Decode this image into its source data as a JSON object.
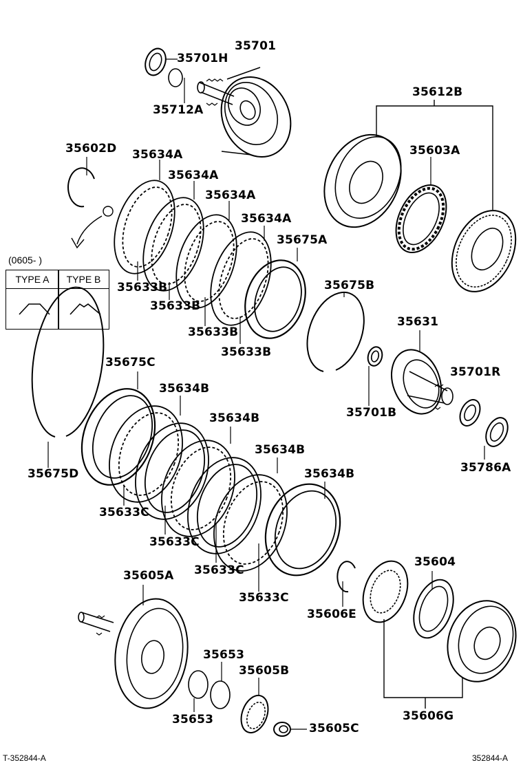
{
  "labels": {
    "p35701": "35701",
    "p35701H": "35701H",
    "p35712A": "35712A",
    "p35612B": "35612B",
    "p35603A": "35603A",
    "p35602D": "35602D",
    "p35634A_1": "35634A",
    "p35634A_2": "35634A",
    "p35634A_3": "35634A",
    "p35634A_4": "35634A",
    "p35675A": "35675A",
    "p35633B_1": "35633B",
    "p35633B_2": "35633B",
    "p35633B_3": "35633B",
    "p35633B_4": "35633B",
    "p35675B": "35675B",
    "p35631": "35631",
    "p35701R": "35701R",
    "p35701B": "35701B",
    "p35786A": "35786A",
    "p35675C": "35675C",
    "p35675D": "35675D",
    "p35634B_1": "35634B",
    "p35634B_2": "35634B",
    "p35634B_3": "35634B",
    "p35634B_4": "35634B",
    "p35633C_1": "35633C",
    "p35633C_2": "35633C",
    "p35633C_3": "35633C",
    "p35633C_4": "35633C",
    "p35605A": "35605A",
    "p35653_1": "35653",
    "p35653_2": "35653",
    "p35605B": "35605B",
    "p35605C": "35605C",
    "p35606E": "35606E",
    "p35604": "35604",
    "p35606G": "35606G"
  },
  "type_table": {
    "range": "(0605-        )",
    "type_a": "TYPE A",
    "type_b": "TYPE B"
  },
  "footer": {
    "left": "T-352844-A",
    "right": "352844-A"
  }
}
